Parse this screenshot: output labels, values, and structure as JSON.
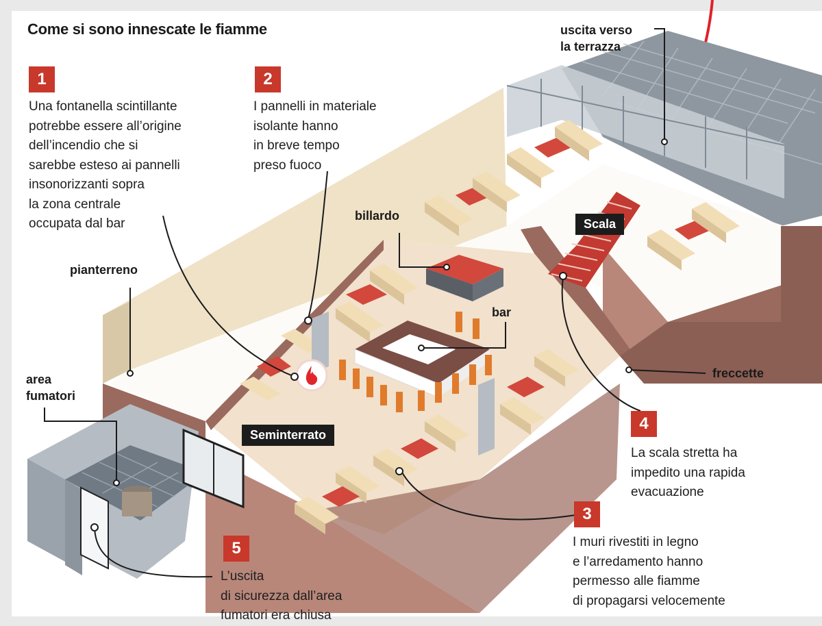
{
  "title": "Come si sono innescate le fiamme",
  "callouts": [
    {
      "number": "1",
      "text": "Una fontanella scintillante\npotrebbe essere all’origine\ndell’incendio che si\nsarebbe esteso ai pannelli\ninsonorizzanti sopra\nla zona centrale\noccupata dal bar"
    },
    {
      "number": "2",
      "text": "I pannelli in materiale\nisolante hanno\nin breve tempo\npreso fuoco"
    },
    {
      "number": "3",
      "text": "I muri rivestiti in legno\ne l’arredamento hanno\npermesso alle fiamme\ndi propagarsi velocemente"
    },
    {
      "number": "4",
      "text": "La scala stretta ha\nimpedito una rapida\nevacuazione"
    },
    {
      "number": "5",
      "text": "L’uscita\ndi sicurezza dall’area\nfumatori era chiusa"
    }
  ],
  "labels": {
    "terrace_exit": "uscita verso\nla terrazza",
    "ground_floor": "pianterreno",
    "smoking_area": "area\nfumatori",
    "billiards": "billardo",
    "bar": "bar",
    "darts": "freccette",
    "stairs": "Scala",
    "basement": "Seminterrato"
  },
  "colors": {
    "accent_red": "#c8382b",
    "wall_brown": "#9a6a5e",
    "floor_beige": "#f1e1cd",
    "sofa_cream": "#f2deb6",
    "table_red": "#d2483c",
    "terrace_grey": "#8e97a0"
  }
}
